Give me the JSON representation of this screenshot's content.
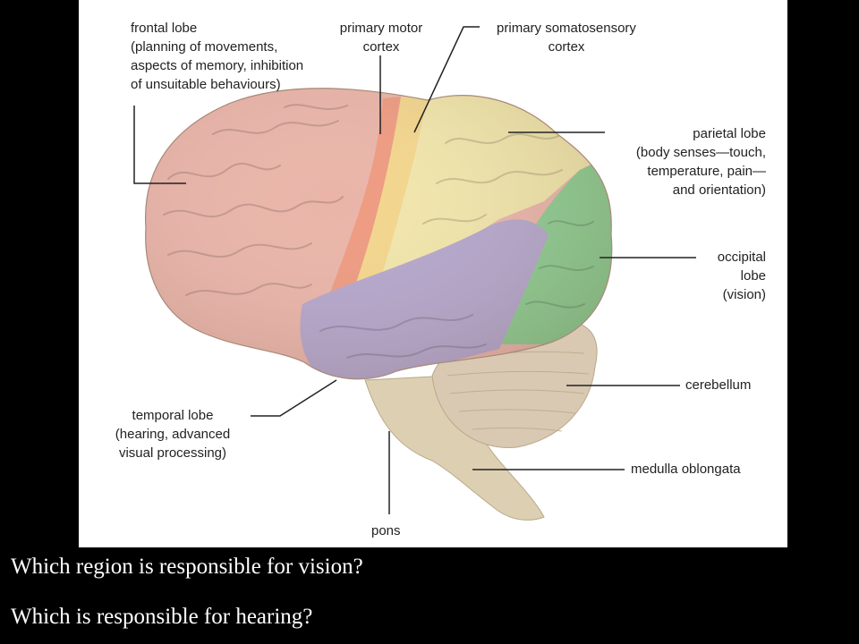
{
  "diagram": {
    "labels": {
      "frontal_lobe": {
        "title": "frontal lobe",
        "lines": [
          "(planning of movements,",
          "aspects of memory, inhibition",
          "of unsuitable behaviours)"
        ]
      },
      "primary_motor_cortex": {
        "lines": [
          "primary motor",
          "cortex"
        ]
      },
      "primary_somatosensory_cortex": {
        "lines": [
          "primary somatosensory",
          "cortex"
        ]
      },
      "parietal_lobe": {
        "title": "parietal lobe",
        "lines": [
          "(body senses—touch,",
          "temperature, pain—",
          "and orientation)"
        ]
      },
      "occipital_lobe": {
        "lines": [
          "occipital",
          "lobe",
          "(vision)"
        ]
      },
      "cerebellum": {
        "lines": [
          "cerebellum"
        ]
      },
      "temporal_lobe": {
        "title": "temporal lobe",
        "lines": [
          "(hearing, advanced",
          "visual processing)"
        ]
      },
      "medulla_oblongata": {
        "lines": [
          "medulla oblongata"
        ]
      },
      "pons": {
        "lines": [
          "pons"
        ]
      }
    },
    "colors": {
      "frontal": "#eab4a8",
      "motor": "#ee9a80",
      "somatosensory": "#f3d68c",
      "parietal": "#f1e6aa",
      "occipital": "#8ccc90",
      "temporal": "#b4a6cc",
      "cerebellum": "#d9c9b2",
      "brainstem": "#ddd0b2",
      "leader_line": "#222222"
    }
  },
  "questions": [
    "Which region is responsible for vision?",
    "Which is responsible for hearing?"
  ]
}
